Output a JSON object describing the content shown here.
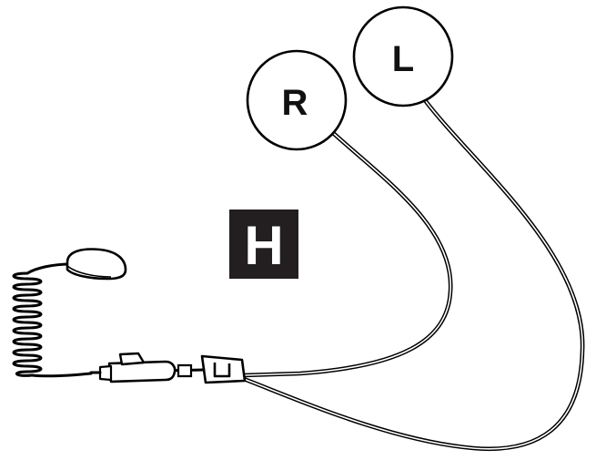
{
  "earpieces": {
    "right_label": "R",
    "left_label": "L"
  },
  "badge": {
    "label": "H"
  },
  "colors": {
    "ink": "#000000",
    "background": "#ffffff",
    "badge_fill": "#231f20",
    "badge_text": "#ffffff"
  }
}
